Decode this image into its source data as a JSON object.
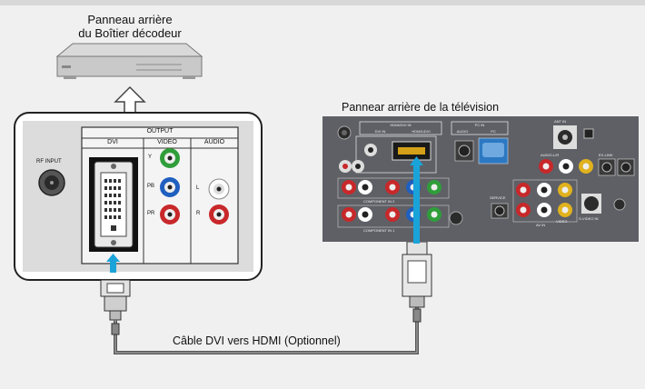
{
  "stb": {
    "title_line1": "Panneau arrière",
    "title_line2": "du Boîtier décodeur"
  },
  "tv": {
    "title": "Pannear arrière de la télévision",
    "labels": {
      "hdmi_dvi_in": "HDMI/DVI IN",
      "dvi_in": "DVI IN",
      "hdmi1": "HDMI1/DVI",
      "pc_in": "PC IN",
      "audio": "AUDIO",
      "pc": "PC",
      "ant_in": "ANT IN",
      "comp2": "COMPONENT IN 2",
      "comp1": "COMPONENT IN 1",
      "av_in": "AV IN",
      "video": "VIDEO",
      "svideo": "S-VIDEO IN",
      "audio_lr": "AUDIO-L/R",
      "service": "SERVICE",
      "ex_link": "EX-LINK"
    }
  },
  "panel": {
    "output": "OUTPUT",
    "dvi": "DVI",
    "video": "VIDEO",
    "audio": "AUDIO",
    "rf_input": "RF INPUT",
    "y": "Y",
    "pb": "PB",
    "pr": "PR",
    "l": "L",
    "r": "R"
  },
  "cable": {
    "label": "Câble DVI vers HDMI (Optionnel)"
  },
  "colors": {
    "background": "#f0f0f0",
    "tv_panel": "#5e6066",
    "arrow": "#1aa3d9",
    "green": "#2f9e3a",
    "blue": "#1f5fbf",
    "red": "#c8282a",
    "yellow": "#e0b21e"
  }
}
